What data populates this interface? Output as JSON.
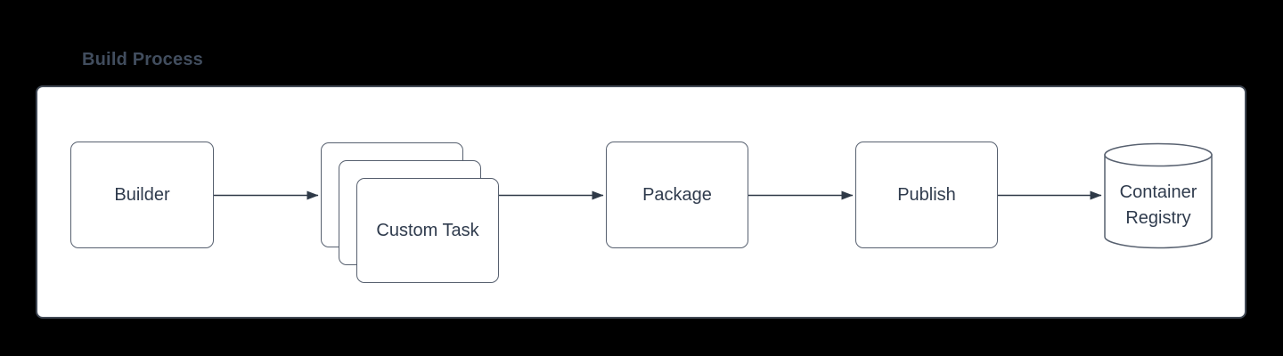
{
  "diagram": {
    "title": "Build Process",
    "nodes": {
      "builder": {
        "label": "Builder",
        "shape": "rounded-rectangle"
      },
      "custom_task": {
        "label": "Custom Task",
        "shape": "stacked-cards",
        "stack_count": 3
      },
      "package": {
        "label": "Package",
        "shape": "rounded-rectangle"
      },
      "publish": {
        "label": "Publish",
        "shape": "rounded-rectangle"
      },
      "container_registry": {
        "label": "Container Registry",
        "shape": "cylinder"
      }
    },
    "edges": [
      {
        "from": "Builder",
        "to": "Custom Task"
      },
      {
        "from": "Custom Task",
        "to": "Package"
      },
      {
        "from": "Package",
        "to": "Publish"
      },
      {
        "from": "Publish",
        "to": "Container Registry"
      }
    ],
    "colors": {
      "canvas_background": "#000000",
      "panel_background": "#ffffff",
      "panel_border": "#424a56",
      "node_border": "#57606f",
      "node_text": "#2f3b4d",
      "arrow": "#2e3947",
      "title_text": "#414d5e"
    }
  }
}
